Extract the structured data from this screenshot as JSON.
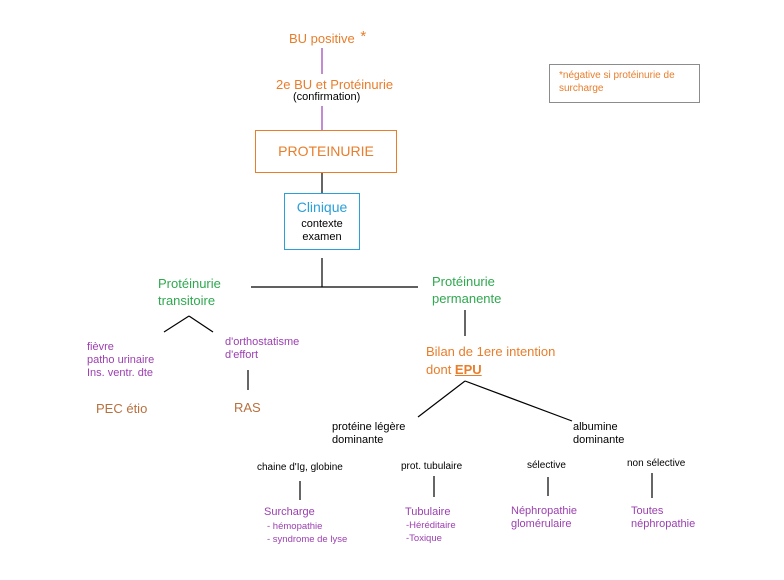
{
  "bu_positive": "BU positive",
  "asterisk": "*",
  "second_bu_line1": "2e BU et Protéinurie",
  "second_bu_line2": "(confirmation)",
  "note": {
    "line1": "*négative si protéinurie de",
    "line2": "surcharge"
  },
  "proteinurie": "PROTEINURIE",
  "clinique": {
    "title": "Clinique",
    "line1": "contexte",
    "line2": "examen"
  },
  "transitoire": {
    "line1": "Protéinurie",
    "line2": "transitoire",
    "left_items": [
      "fièvre",
      "patho urinaire",
      "Ins. ventr. dte"
    ],
    "left_result": "PEC étio",
    "right_items": [
      "d'orthostatisme",
      "d'effort"
    ],
    "right_result": "RAS"
  },
  "permanente": {
    "line1": "Protéinurie",
    "line2": "permanente",
    "bilan_line1": "Bilan de 1ere intention",
    "bilan_line2_prefix": "dont ",
    "bilan_line2_bold": "EPU"
  },
  "legere": {
    "line1": "protéine légère",
    "line2": "dominante",
    "left_label": "chaine d'Ig, globine",
    "left_title": "Surcharge",
    "left_items": [
      "- hémopathie",
      "- syndrome de lyse"
    ],
    "right_label": "prot. tubulaire",
    "right_title": "Tubulaire",
    "right_items": [
      "-Héréditaire",
      "-Toxique"
    ]
  },
  "albumine": {
    "line1": "albumine",
    "line2": "dominante",
    "left_label": "sélective",
    "left_title_line1": "Néphropathie",
    "left_title_line2": "glomérulaire",
    "right_label": "non sélective",
    "right_title_line1": "Toutes",
    "right_title_line2": "néphropathie"
  },
  "colors": {
    "orange": "#e87d2b",
    "purple": "#9c3fb0",
    "green": "#2fa84f",
    "blue": "#2a9fd8",
    "brown": "#b8703e",
    "note_border": "#8c8c8c"
  }
}
